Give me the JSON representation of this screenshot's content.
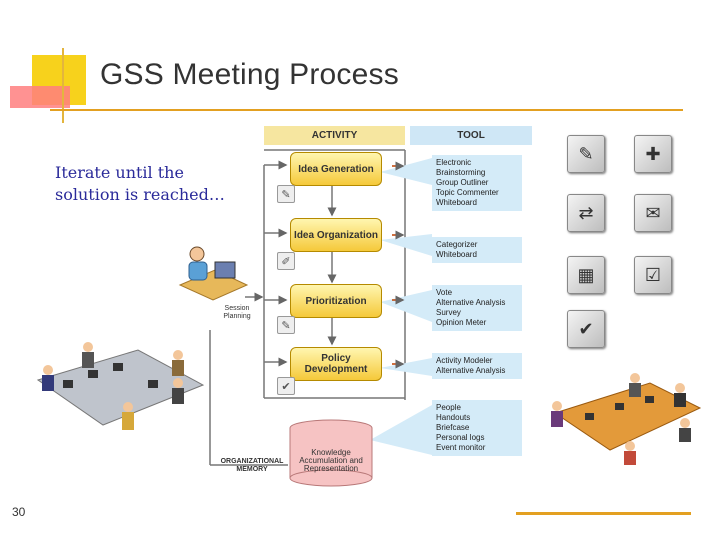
{
  "title": "GSS Meeting Process",
  "side_text": "Iterate until the solution is reached…",
  "page_number": "30",
  "diagram": {
    "activity_header": "ACTIVITY",
    "tool_header": "TOOL",
    "activities": [
      {
        "label": "Idea Generation",
        "tools": [
          "Electronic",
          "Brainstorming",
          "Group Outliner",
          "Topic Commenter",
          "Whiteboard"
        ]
      },
      {
        "label": "Idea Organization",
        "tools": [
          "Categorizer",
          "Whiteboard"
        ]
      },
      {
        "label": "Prioritization",
        "tools": [
          "Vote",
          "Alternative Analysis",
          "Survey",
          "Opinion Meter"
        ]
      },
      {
        "label": "Policy Development",
        "tools": [
          "Activity Modeler",
          "Alternative Analysis"
        ]
      }
    ],
    "memory_tools": [
      "People",
      "Handouts",
      "Briefcase",
      "Personal logs",
      "Event monitor"
    ],
    "session_planning": "Session Planning",
    "org_memory": "ORGANIZATIONAL MEMORY",
    "knowledge": "Knowledge Accumulation and Representation"
  }
}
